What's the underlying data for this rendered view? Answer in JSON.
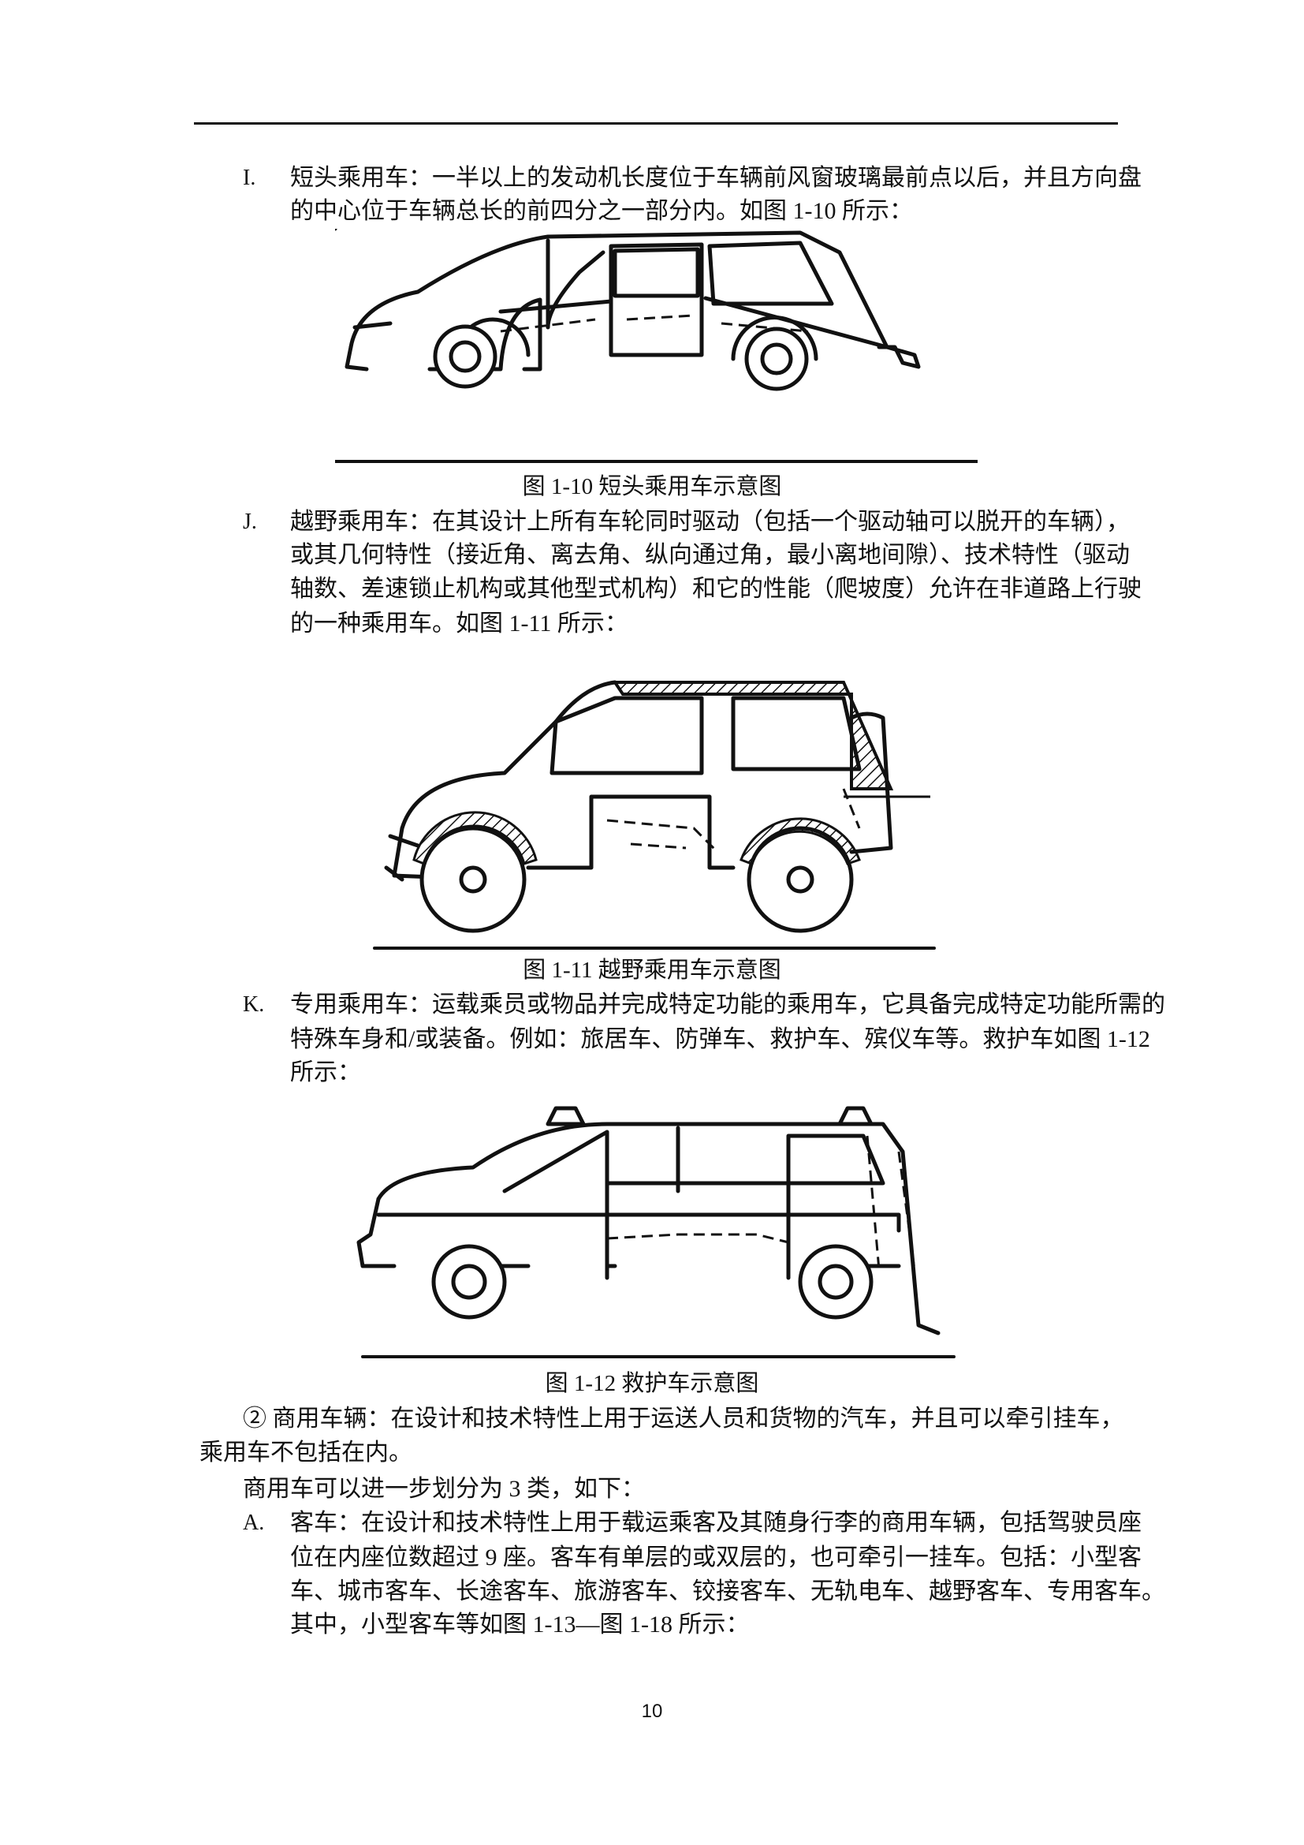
{
  "items": {
    "I": {
      "label": "I.",
      "lines": [
        "短头乘用车：一半以上的发动机长度位于车辆前风窗玻璃最前点以后，并且方向盘",
        "的中心位于车辆总长的前四分之一部分内。如图 1-10 所示："
      ]
    },
    "J": {
      "label": "J.",
      "lines": [
        "越野乘用车：在其设计上所有车轮同时驱动（包括一个驱动轴可以脱开的车辆），",
        "或其几何特性（接近角、离去角、纵向通过角，最小离地间隙）、技术特性（驱动",
        "轴数、差速锁止机构或其他型式机构）和它的性能（爬坡度）允许在非道路上行驶",
        "的一种乘用车。如图 1-11 所示："
      ]
    },
    "K": {
      "label": "K.",
      "lines": [
        "专用乘用车：运载乘员或物品并完成特定功能的乘用车，它具备完成特定功能所需的",
        "特殊车身和/或装备。例如：旅居车、防弹车、救护车、殡仪车等。救护车如图 1-12",
        "所示："
      ]
    },
    "A": {
      "label": "A.",
      "lines": [
        "客车：在设计和技术特性上用于载运乘客及其随身行李的商用车辆，包括驾驶员座",
        "位在内座位数超过 9 座。客车有单层的或双层的，也可牵引一挂车。包括：小型客",
        "车、城市客车、长途客车、旅游客车、铰接客车、无轨电车、越野客车、专用客车。",
        "其中，小型客车等如图 1-13—图 1-18 所示："
      ]
    }
  },
  "captions": {
    "fig_1_10": "图 1-10  短头乘用车示意图",
    "fig_1_11": "图 1-11  越野乘用车示意图",
    "fig_1_12": "图 1-12  救护车示意图"
  },
  "commercial": {
    "lines": [
      "② 商用车辆：在设计和技术特性上用于运送人员和货物的汽车，并且可以牵引挂车，",
      "乘用车不包括在内。"
    ],
    "intro": "商用车可以进一步划分为 3 类，如下："
  },
  "page_number": "10"
}
